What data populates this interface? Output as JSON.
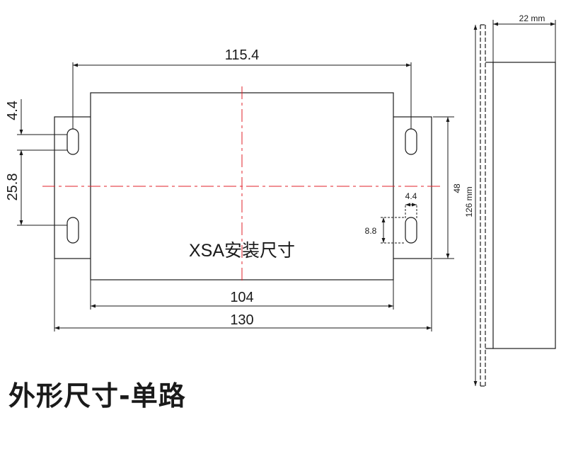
{
  "diagram": {
    "front_view": {
      "label": "XSA安装尺寸",
      "dims": {
        "hole_span": "115.4",
        "body_width": "104",
        "overall_width": "130",
        "top_offset": "4.4",
        "hole_pitch": "25.8",
        "slot_width": "4.4",
        "slot_length": "8.8",
        "flange_height": "48"
      }
    },
    "side_view": {
      "depth": "22 mm",
      "height": "126 mm"
    },
    "colors": {
      "line": "#1a1a1a",
      "centerline": "#e0202a"
    }
  },
  "caption": "外形尺寸-单路"
}
